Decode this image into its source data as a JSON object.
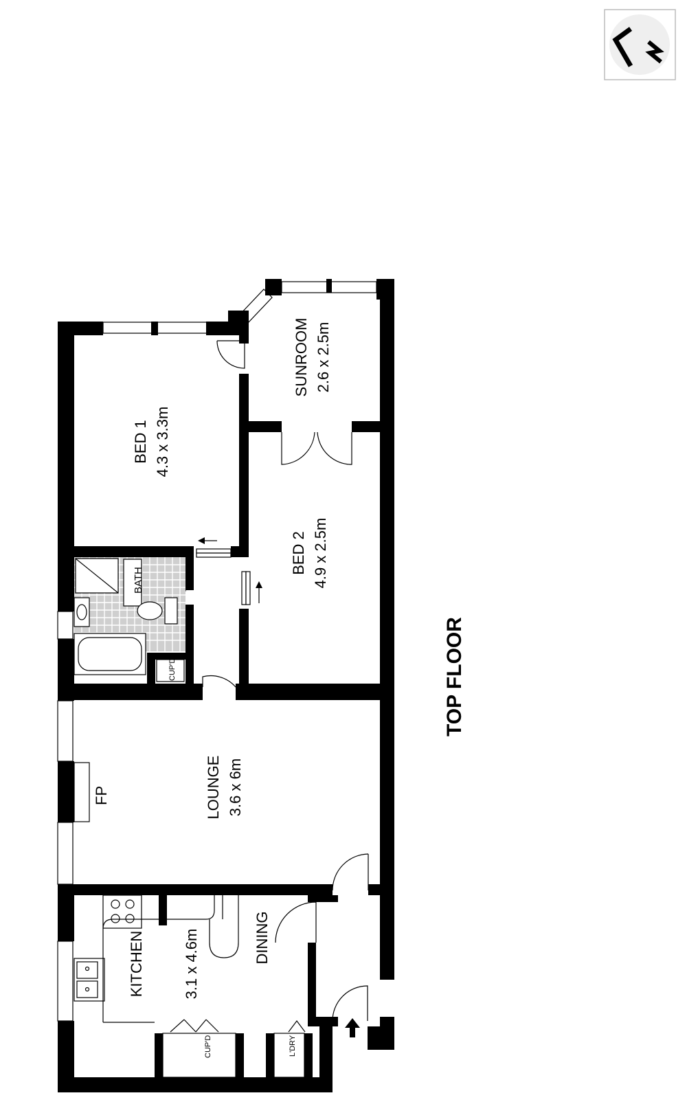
{
  "plan": {
    "floor_title": "TOP FLOOR",
    "rooms": {
      "sunroom": {
        "name": "SUNROOM",
        "dims": "2.6 x 2.5m"
      },
      "bed1": {
        "name": "BED 1",
        "dims": "4.3 x 3.3m"
      },
      "bed2": {
        "name": "BED 2",
        "dims": "4.9 x 2.5m"
      },
      "lounge": {
        "name": "LOUNGE",
        "dims": "3.6 x 6m"
      },
      "kitchen": {
        "name": "KITCHEN",
        "dims": "3.1 x 4.6m"
      },
      "dining": {
        "name": "DINING"
      }
    },
    "fixtures": {
      "bath": "BATH",
      "fireplace": "FP",
      "cupboard_bath": "CUP'D",
      "cupboard_kitchen": "CUP'D",
      "laundry": "L'DRY"
    },
    "compass_icon": "north-arrow-icon",
    "colors": {
      "wall": "#000000",
      "tile": "#bdbdbd",
      "background": "#ffffff"
    }
  }
}
